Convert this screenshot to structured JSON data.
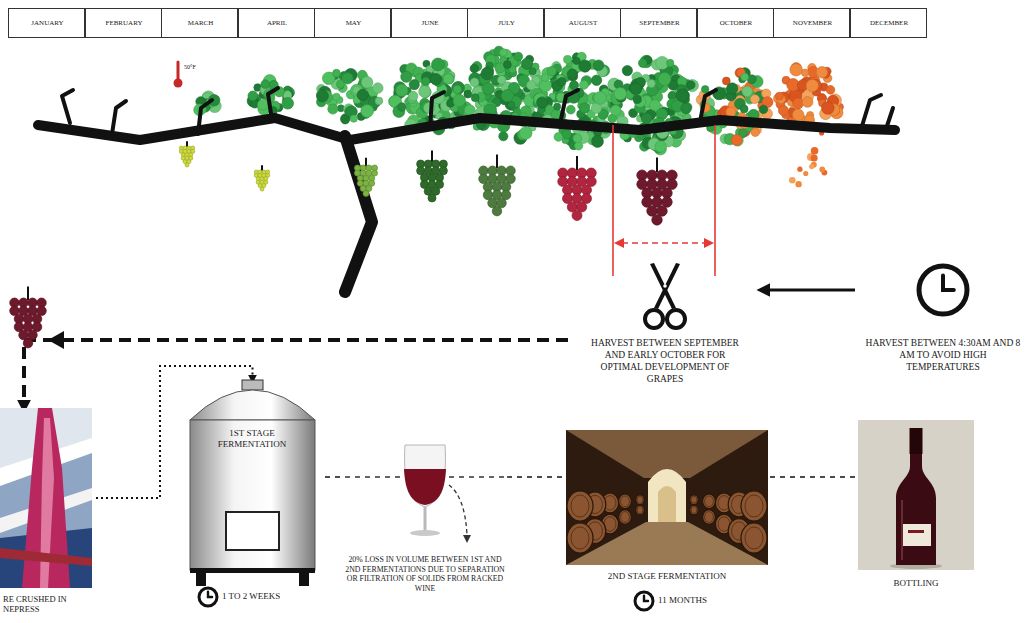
{
  "diagram": {
    "nodes": [
      {
        "text": [
          "JANUARY"
        ]
      },
      {
        "text": [
          "FEBRUARY"
        ]
      },
      {
        "text": [
          "MARCH"
        ]
      },
      {
        "text": [
          "APRIL"
        ]
      },
      {
        "text": [
          "MAY"
        ]
      },
      {
        "text": [
          "JUNE"
        ]
      },
      {
        "text": [
          "JULY"
        ]
      },
      {
        "text": [
          "AUGUST"
        ]
      },
      {
        "text": [
          "SEPTEMBER"
        ]
      },
      {
        "text": [
          "OCTOBER"
        ]
      },
      {
        "text": [
          "NOVEMBER"
        ]
      },
      {
        "text": [
          "DECEMBER"
        ]
      },
      {
        "text": [
          "HARVEST BETWEEN SEPTEMBER AND EARLY OCTOBER FOR OPTIMAL DEVELOPMENT OF GRAPES"
        ]
      },
      {
        "text": [
          "HARVEST BETWEEN 4:30AM AND 8 AM TO AVOID HIGH TEMPERATURES"
        ]
      },
      {
        "text": [
          "RE CRUSHED IN NEPRESS"
        ]
      },
      {
        "text": [
          "1ST STAGE FERMENTATION",
          "1 TO 2 WEEKS"
        ]
      },
      {
        "text": [
          "20% LOSS IN VOLUME BETWEEN 1ST AND 2ND FERMENTATIONS DUE TO SEPARATION OR FILTRATION OF SOLIDS FROM RACKED WINE"
        ]
      },
      {
        "text": [
          "2ND STAGE FERMENTATION",
          "11 MONTHS"
        ]
      },
      {
        "text": [
          "BOTTLING"
        ]
      }
    ],
    "edges": [
      {
        "from": 13,
        "to": 12,
        "arrow": "to"
      },
      {
        "from": 12,
        "to": 14,
        "arrow": "to"
      },
      {
        "from": 14,
        "to": 15,
        "arrow": "to"
      },
      {
        "from": 15,
        "to": 16,
        "arrow": "none"
      },
      {
        "from": 16,
        "to": 17,
        "arrow": "none"
      },
      {
        "from": 17,
        "to": 18,
        "arrow": "none"
      }
    ],
    "labels": [
      "50°F"
    ]
  }
}
